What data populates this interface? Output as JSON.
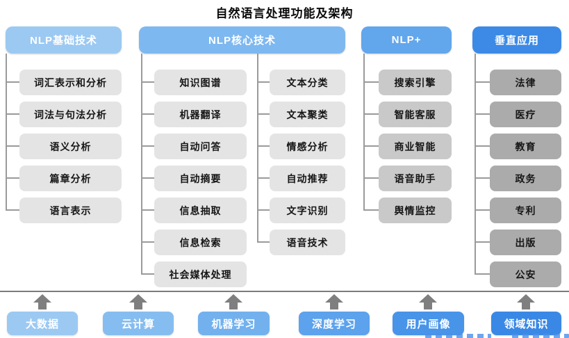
{
  "title": "自然语言处理功能及架构",
  "columns": [
    {
      "header": "NLP基础技术",
      "items": [
        "词汇表示和分析",
        "词法与句法分析",
        "语义分析",
        "篇章分析",
        "语言表示"
      ]
    },
    {
      "header": "NLP核心技术",
      "left_items": [
        "知识图谱",
        "机器翻译",
        "自动问答",
        "自动摘要",
        "信息抽取",
        "信息检索",
        "社会媒体处理"
      ],
      "right_items": [
        "文本分类",
        "文本聚类",
        "情感分析",
        "自动推荐",
        "文字识别",
        "语音技术"
      ]
    },
    {
      "header": "NLP+",
      "items": [
        "搜索引擎",
        "智能客服",
        "商业智能",
        "语音助手",
        "舆情监控"
      ]
    },
    {
      "header": "垂直应用",
      "items": [
        "法律",
        "医疗",
        "教育",
        "政务",
        "专利",
        "出版",
        "公安"
      ]
    }
  ],
  "foundation": {
    "items": [
      "大数据",
      "云计算",
      "机器学习",
      "深度学习",
      "用户画像",
      "领域知识"
    ]
  },
  "colors": {
    "header_blues": [
      "#9cc9f2",
      "#7eb8f0",
      "#62a6ec",
      "#3c8ae6"
    ],
    "foundation_blues": [
      "#9cc9f2",
      "#86bdf0",
      "#72b1ee",
      "#5ca2ec",
      "#4894e9",
      "#3a88e5"
    ],
    "item_gray_light": "#e4e4e4",
    "item_gray_medium": "#c9c9c9",
    "item_gray_dark": "#ababab",
    "connector_gray": "#9a9a9a",
    "arrow_gray": "#7f7f7f",
    "divider_gray": "#7c7c7c"
  }
}
